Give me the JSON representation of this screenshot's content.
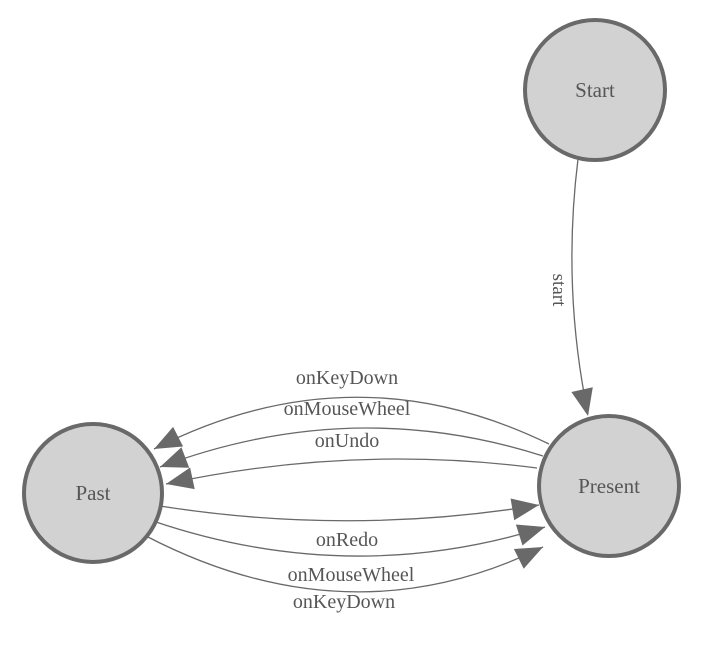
{
  "diagram": {
    "type": "state-machine",
    "colors": {
      "background": "#ffffff",
      "node_fill": "#d2d2d2",
      "node_border": "#696969",
      "edge_line": "#696969",
      "arrowhead": "#696969",
      "label_text": "#565656"
    },
    "nodes": [
      {
        "id": "start",
        "label": "Start"
      },
      {
        "id": "present",
        "label": "Present"
      },
      {
        "id": "past",
        "label": "Past"
      }
    ],
    "edges": [
      {
        "id": "start-to-present",
        "label": "start",
        "from": "Start",
        "to": "Present"
      },
      {
        "id": "present-to-past-onkeydown",
        "label": "onKeyDown",
        "from": "Present",
        "to": "Past"
      },
      {
        "id": "present-to-past-onmousewheel",
        "label": "onMouseWheel",
        "from": "Present",
        "to": "Past"
      },
      {
        "id": "present-to-past-onundo",
        "label": "onUndo",
        "from": "Present",
        "to": "Past"
      },
      {
        "id": "past-to-present-onredo",
        "label": "onRedo",
        "from": "Past",
        "to": "Present"
      },
      {
        "id": "past-to-present-onmousewheel",
        "label": "onMouseWheel",
        "from": "Past",
        "to": "Present"
      },
      {
        "id": "past-to-present-onkeydown",
        "label": "onKeyDown",
        "from": "Past",
        "to": "Present"
      }
    ]
  }
}
